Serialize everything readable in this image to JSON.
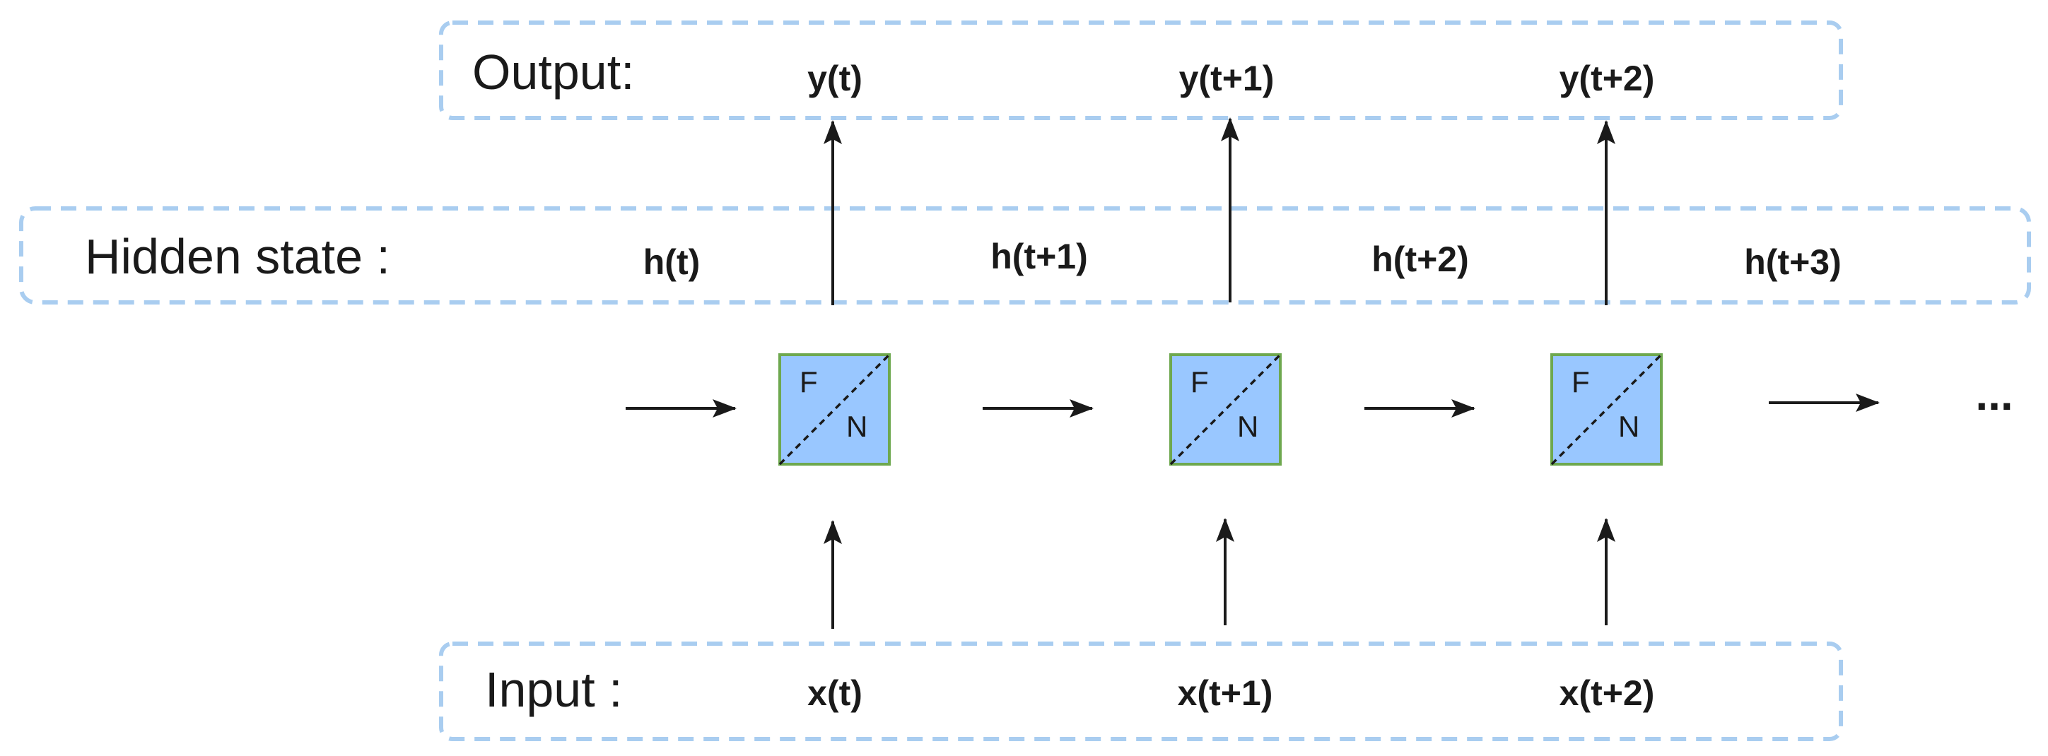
{
  "rows": {
    "output_label": "Output:",
    "hidden_label": "Hidden state :",
    "input_label": "Input :"
  },
  "outputs": [
    "y(t)",
    "y(t+1)",
    "y(t+2)"
  ],
  "hidden_states": [
    "h(t)",
    "h(t+1)",
    "h(t+2)",
    "h(t+3)"
  ],
  "inputs": [
    "x(t)",
    "x(t+1)",
    "x(t+2)"
  ],
  "cell": {
    "top_letter": "F",
    "bottom_letter": "N"
  },
  "continuation": "...",
  "colors": {
    "group_border": "#a9cdf0",
    "cell_fill": "#99c7ff",
    "cell_border": "#6ea84f",
    "arrow": "#1a1a1a"
  }
}
